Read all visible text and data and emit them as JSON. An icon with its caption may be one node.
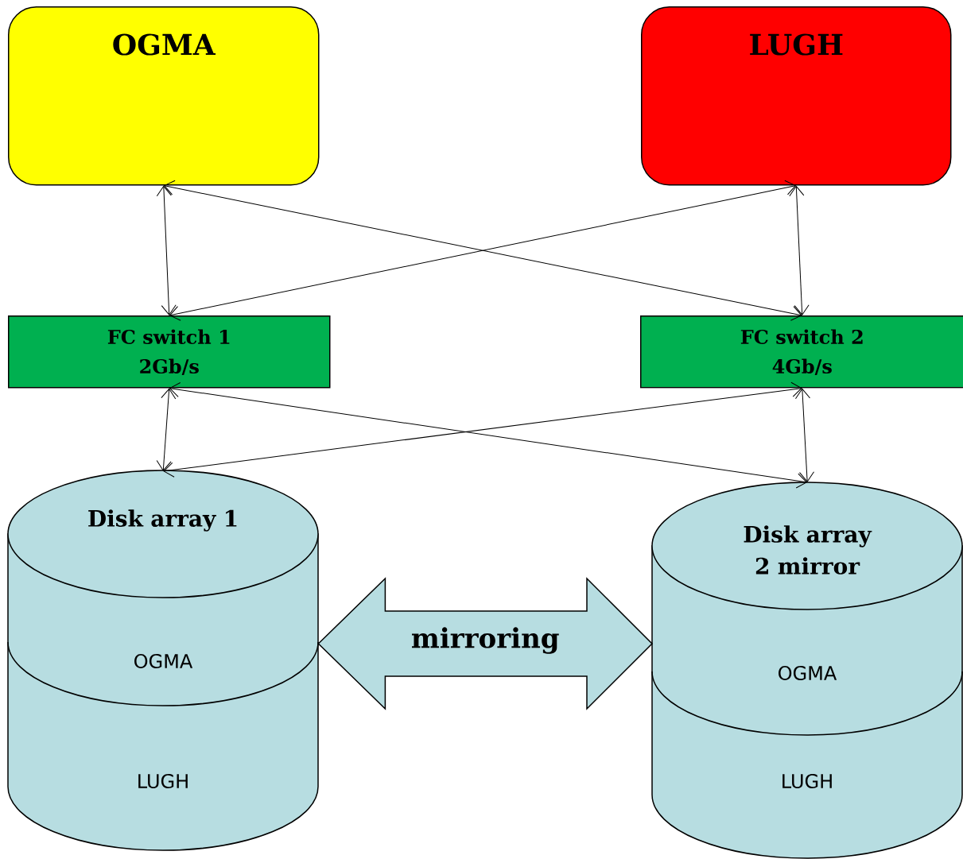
{
  "diagram": {
    "nodes": [
      {
        "text": [
          "OGMA"
        ]
      },
      {
        "text": [
          "LUGH"
        ]
      },
      {
        "text": [
          "FC switch 1",
          "2Gb/s"
        ]
      },
      {
        "text": [
          "FC switch 2",
          "4Gb/s"
        ]
      },
      {
        "text": [
          "Disk array 1",
          "OGMA",
          "LUGH"
        ]
      },
      {
        "text": [
          "Disk array 2 mirror",
          "OGMA",
          "LUGH"
        ]
      }
    ],
    "edges": [
      {
        "from": 0,
        "to": 2,
        "arrow": "both"
      },
      {
        "from": 0,
        "to": 3,
        "arrow": "both"
      },
      {
        "from": 1,
        "to": 2,
        "arrow": "both"
      },
      {
        "from": 1,
        "to": 3,
        "arrow": "both"
      },
      {
        "from": 2,
        "to": 4,
        "arrow": "both"
      },
      {
        "from": 2,
        "to": 5,
        "arrow": "both"
      },
      {
        "from": 3,
        "to": 4,
        "arrow": "both"
      },
      {
        "from": 3,
        "to": 5,
        "arrow": "both"
      },
      {
        "from": 4,
        "to": 5,
        "arrow": "both",
        "style": "thick",
        "label": "mirroring"
      }
    ]
  }
}
